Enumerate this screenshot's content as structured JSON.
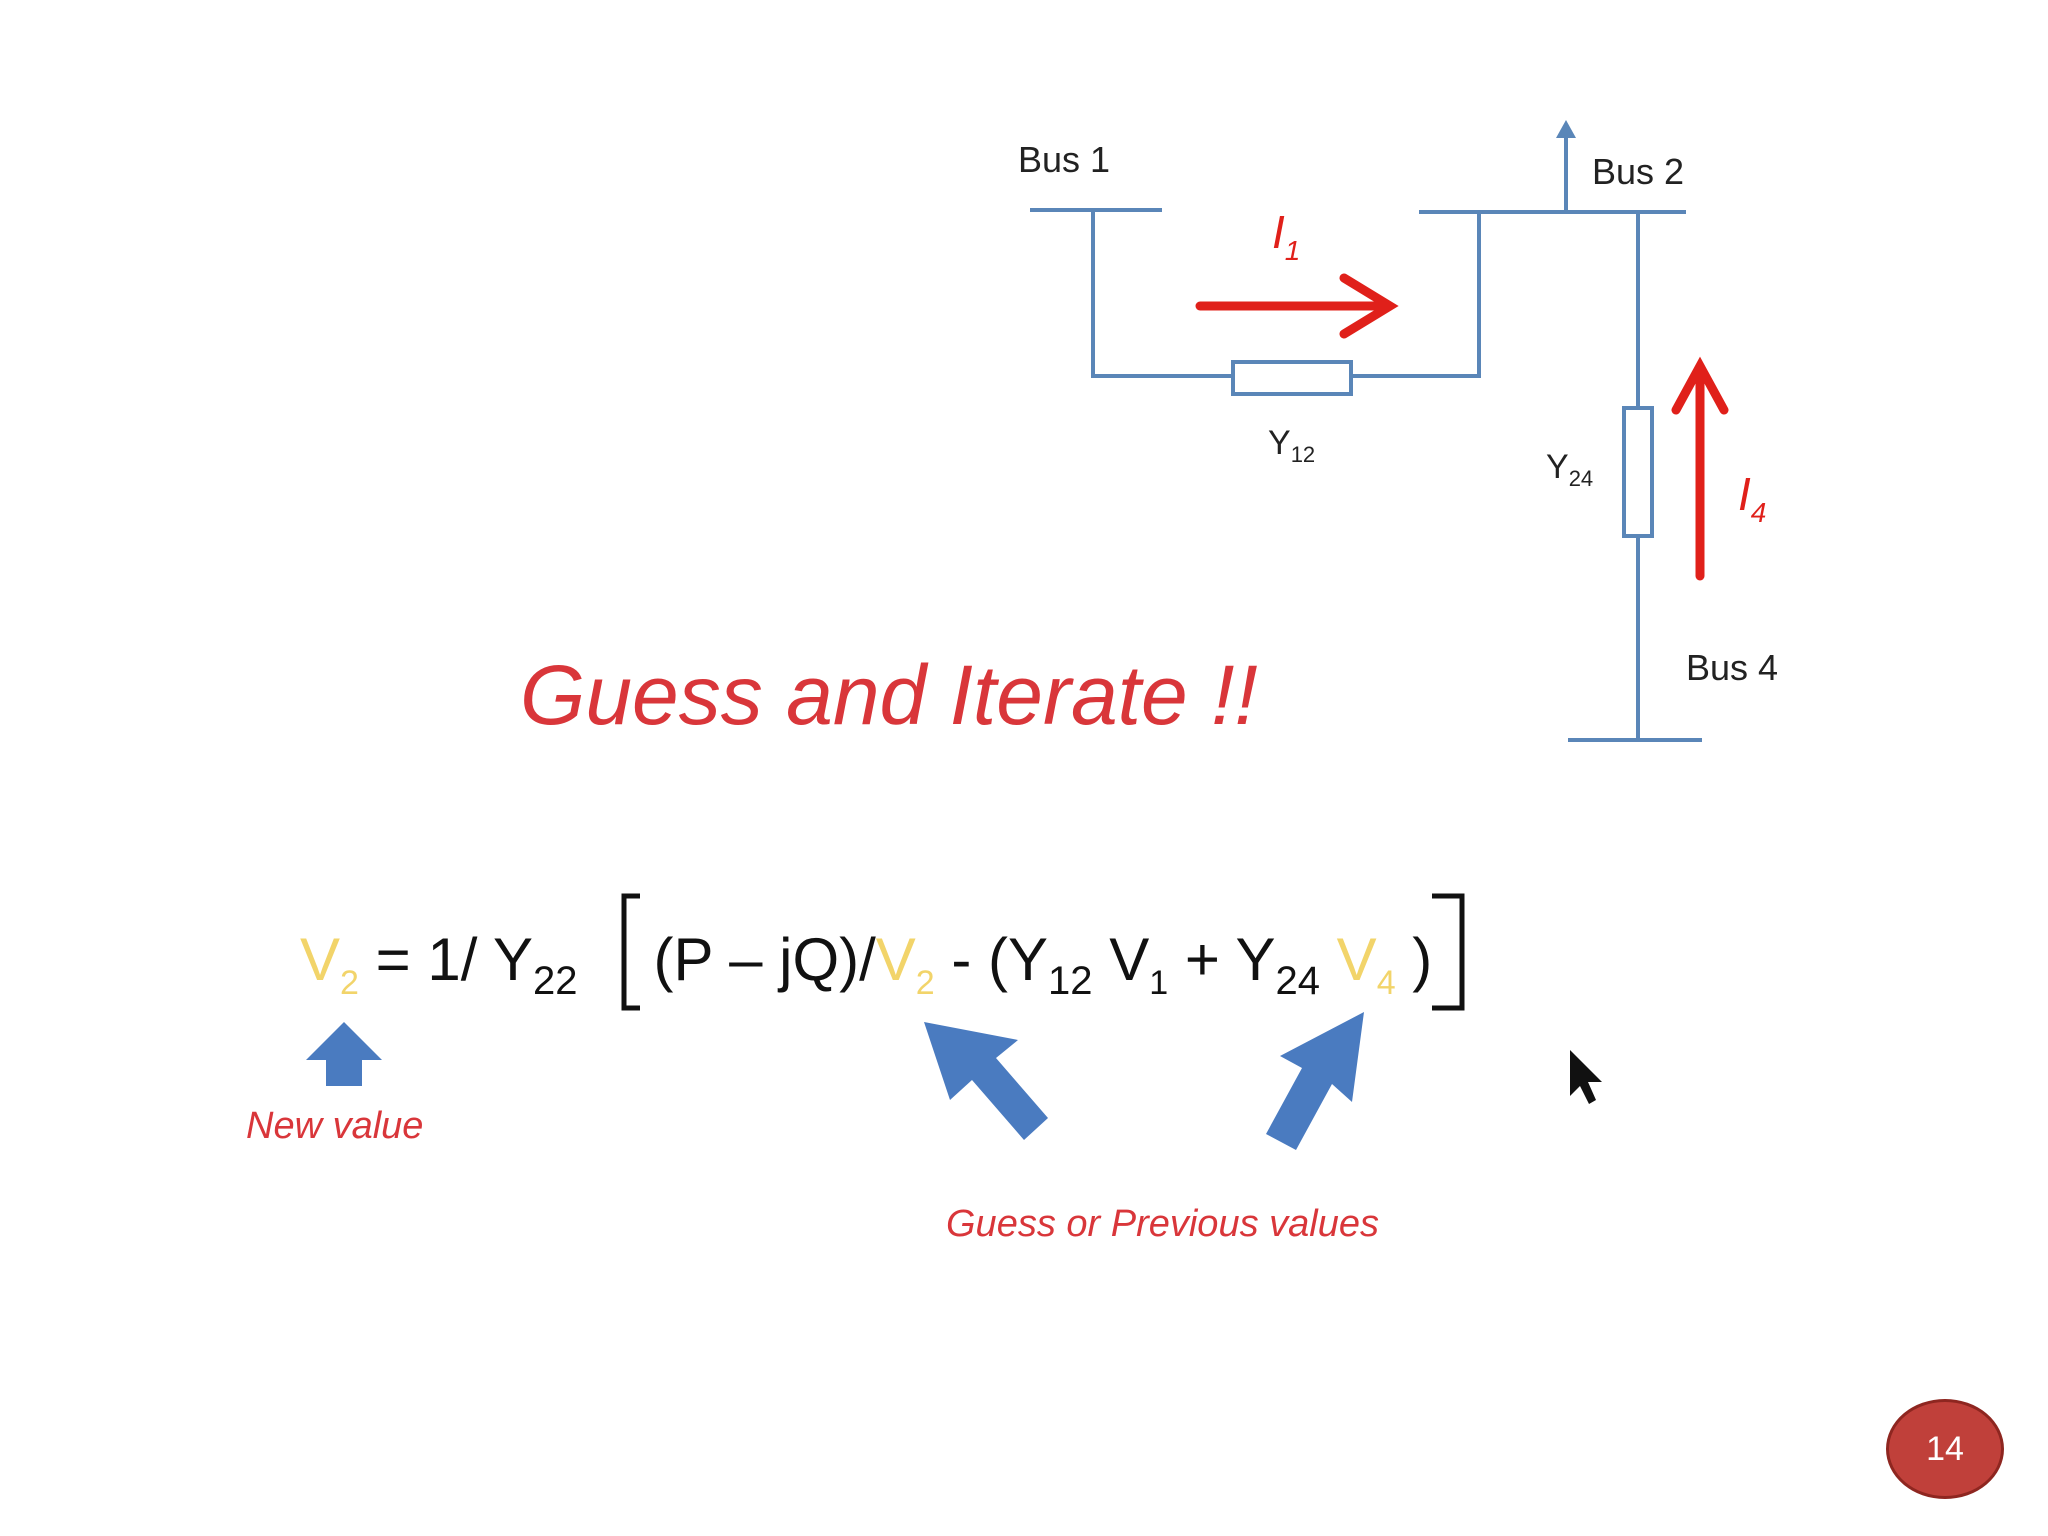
{
  "diagram": {
    "bus1_label": "Bus 1",
    "bus2_label": "Bus 2",
    "bus4_label": "Bus 4",
    "current_I1": {
      "main": "I",
      "sub": "1"
    },
    "current_I4": {
      "main": "I",
      "sub": "4"
    },
    "admittance_Y12": {
      "main": "Y",
      "sub": "12"
    },
    "admittance_Y24": {
      "main": "Y",
      "sub": "24"
    }
  },
  "heading": "Guess and Iterate !!",
  "equation": {
    "lhs": {
      "main": "V",
      "sub": "2"
    },
    "eq_part": " = 1/ Y",
    "y22_sub": "22",
    "p_jq": "(P – jQ)/",
    "v2_guess": {
      "main": "V",
      "sub": "2"
    },
    "minus_paren": " - (Y",
    "y12_sub": "12",
    "v1": {
      "main": " V",
      "sub": "1"
    },
    "plus_y": " + Y",
    "y24_sub": "24",
    "v4_guess": {
      "main": " V",
      "sub": "4"
    },
    "close_paren": " )"
  },
  "annotations": {
    "new_value": "New value",
    "guess_previous": "Guess or Previous values"
  },
  "page_number": "14",
  "colors": {
    "wire": "#5a86b8",
    "current_arrow": "#e0201a",
    "guess_highlight": "#f2d46a",
    "pointer_arrow": "#4a7bc0",
    "annotation_text": "#d9363a",
    "heading_text": "#d9363a",
    "badge": "#c0403a"
  }
}
